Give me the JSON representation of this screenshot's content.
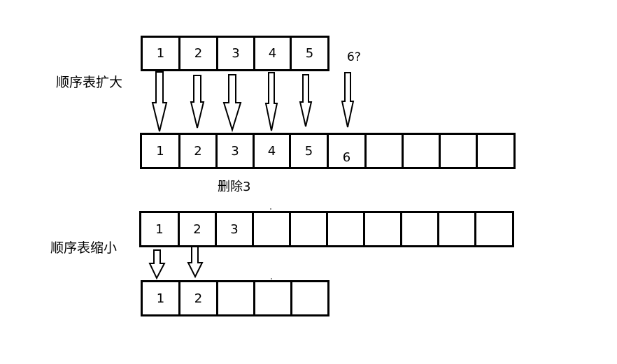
{
  "labels": {
    "expand": "顺序表扩大",
    "shrink": "顺序表缩小",
    "delete": "删除3",
    "pending_value": "6?"
  },
  "arrays": {
    "original": [
      "1",
      "2",
      "3",
      "4",
      "5"
    ],
    "expanded": [
      "1",
      "2",
      "3",
      "4",
      "5",
      "6",
      "",
      "",
      "",
      ""
    ],
    "before_shrink": [
      "1",
      "2",
      "3",
      "",
      "",
      "",
      "",
      "",
      "",
      ""
    ],
    "shrunk": [
      "1",
      "2",
      "",
      "",
      ""
    ]
  },
  "colors": {
    "stroke": "#000000",
    "background": "#ffffff"
  }
}
